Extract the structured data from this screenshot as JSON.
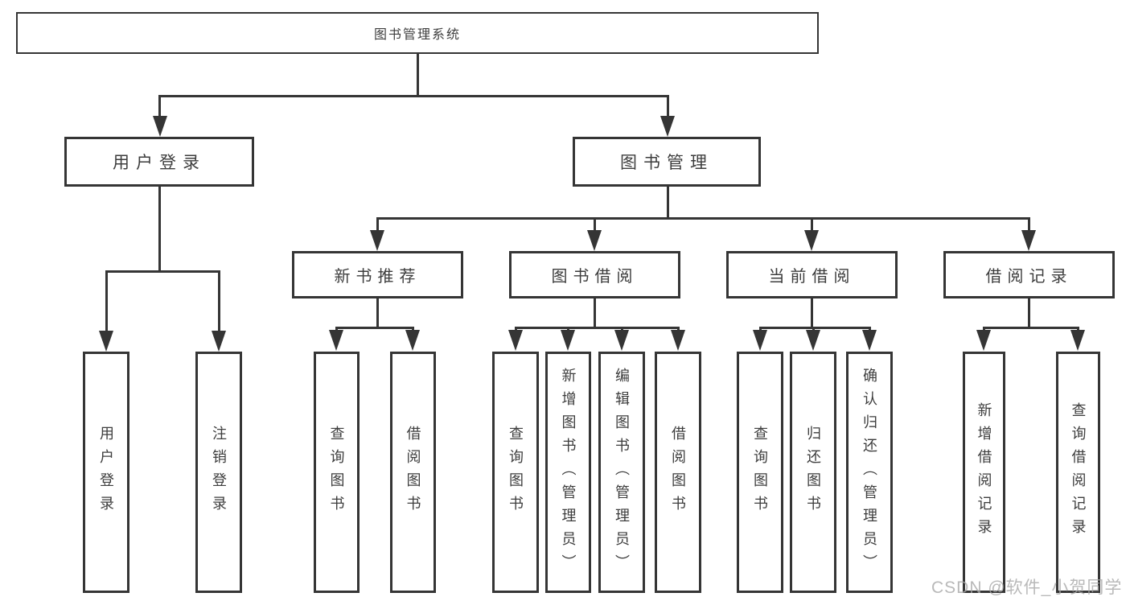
{
  "diagram": {
    "root": {
      "label": "图书管理系统"
    },
    "branches": [
      {
        "label": "用户登录",
        "children": [
          {
            "label": "用户登录"
          },
          {
            "label": "注销登录"
          }
        ]
      },
      {
        "label": "图书管理",
        "sections": [
          {
            "label": "新书推荐",
            "children": [
              {
                "label": "查询图书"
              },
              {
                "label": "借阅图书"
              }
            ]
          },
          {
            "label": "图书借阅",
            "children": [
              {
                "label": "查询图书"
              },
              {
                "label": "新增图书（管理员）"
              },
              {
                "label": "编辑图书（管理员）"
              },
              {
                "label": "借阅图书"
              }
            ]
          },
          {
            "label": "当前借阅",
            "children": [
              {
                "label": "查询图书"
              },
              {
                "label": "归还图书"
              },
              {
                "label": "确认归还（管理员）"
              }
            ]
          },
          {
            "label": "借阅记录",
            "children": [
              {
                "label": "新增借阅记录"
              },
              {
                "label": "查询借阅记录"
              }
            ]
          }
        ]
      }
    ]
  },
  "watermark": {
    "text": "CSDN @软件_小贺同学",
    "color": "#a8a8a8"
  },
  "colors": {
    "line": "#353535",
    "box_border": "#353535",
    "text": "#3d3d3d",
    "background": "#ffffff"
  }
}
